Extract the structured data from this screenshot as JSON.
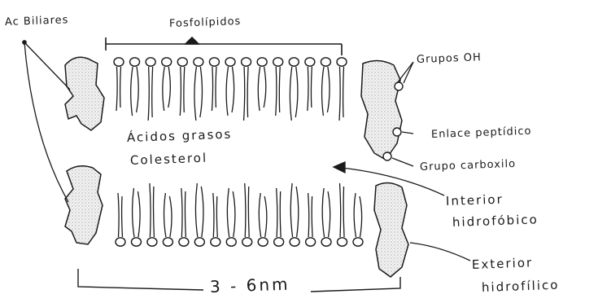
{
  "labels": {
    "bile_acids": "Ac Biliares",
    "phospholipids": "Fosfolípidos",
    "oh_groups": "Grupos OH",
    "fatty_acids": "Ácidos grasos",
    "cholesterol": "Colesterol",
    "peptide_bond": "Enlace peptídico",
    "carboxyl_group": "Grupo carboxilo",
    "hydrophobic_interior_1": "Interior",
    "hydrophobic_interior_2": "hidrofóbico",
    "hydrophilic_exterior_1": "Exterior",
    "hydrophilic_exterior_2": "hidrofílico",
    "size": "3 - 6nm"
  },
  "colors": {
    "ink": "#1a1a1a",
    "stipple": "#e6e6e6",
    "background": "#ffffff"
  }
}
